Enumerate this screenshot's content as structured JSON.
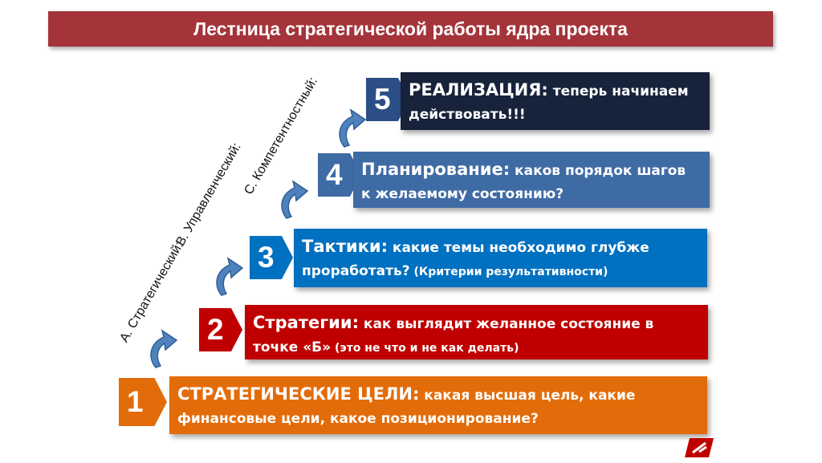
{
  "title": "Лестница стратегической работы ядра проекта",
  "colors": {
    "title_bg": "#a4343a",
    "step1": "#e36c0a",
    "step2": "#c00000",
    "step3": "#0070c0",
    "step4": "#3f6ba5",
    "step5": "#17233a"
  },
  "side_labels": {
    "a": "А. Стратегический:",
    "b": "В. Управленческий:",
    "c": "С. Компетентностный:"
  },
  "steps": [
    {
      "number": "1",
      "heading": "СТРАТЕГИЧЕСКИЕ ЦЕЛИ:",
      "text": " какая высшая цель, какие финансовые цели, какое позиционирование?",
      "note": ""
    },
    {
      "number": "2",
      "heading": "Стратегии:",
      "text": " как выглядит желанное состояние в точке «Б»",
      "note": " (это не что и не как делать)"
    },
    {
      "number": "3",
      "heading": "Тактики:",
      "text": " какие темы необходимо глубже проработать?",
      "note": " (Критерии результативности)"
    },
    {
      "number": "4",
      "heading": "Планирование:",
      "text": " каков порядок шагов к желаемому состоянию?",
      "note": ""
    },
    {
      "number": "5",
      "heading": "РЕАЛИЗАЦИЯ:",
      "text": " теперь начинаем действовать!!!",
      "note": ""
    }
  ],
  "icons": {
    "transition": "curved-arrow-icon",
    "logo": "logo-icon"
  }
}
